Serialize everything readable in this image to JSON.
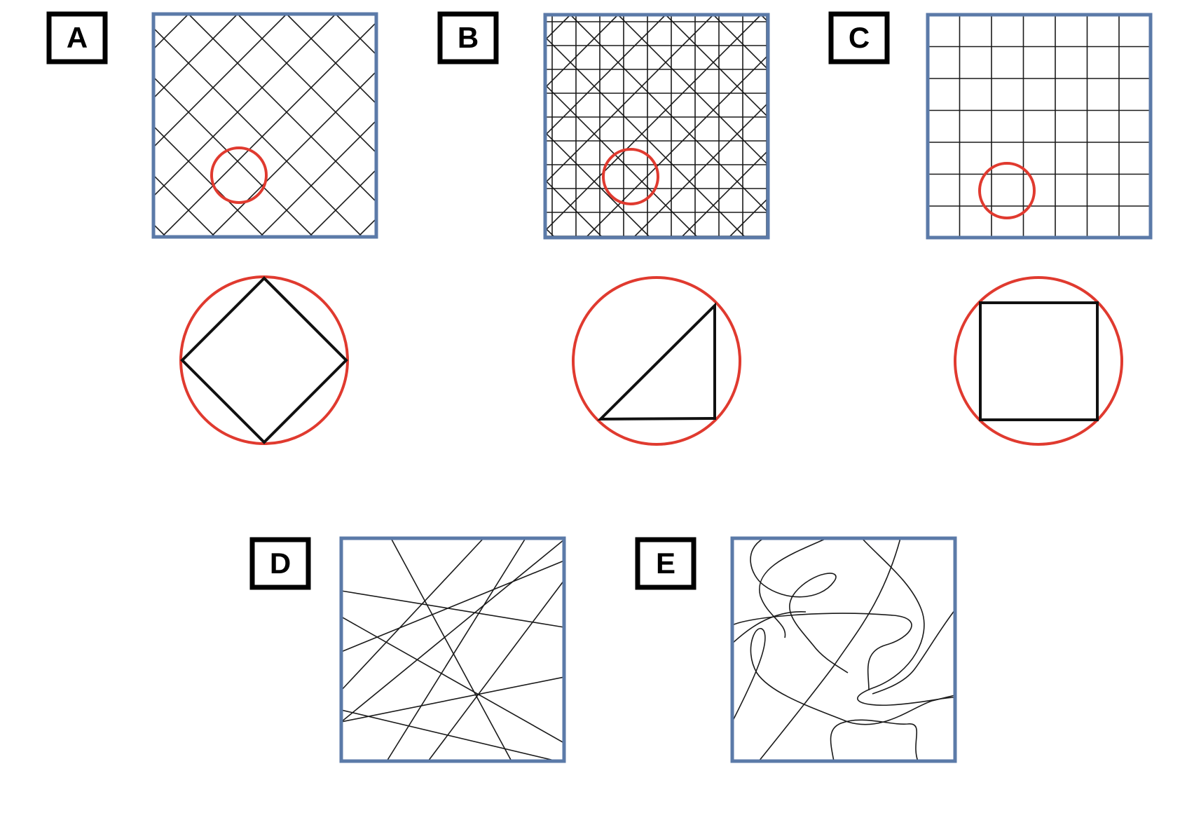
{
  "panels": [
    {
      "id": "A",
      "label": "A",
      "pattern": "diagonal-grid",
      "unit_cell": "diamond"
    },
    {
      "id": "B",
      "label": "B",
      "pattern": "orthogonal-plus-diagonal-grid",
      "unit_cell": "right-triangle"
    },
    {
      "id": "C",
      "label": "C",
      "pattern": "orthogonal-grid",
      "unit_cell": "square"
    },
    {
      "id": "D",
      "label": "D",
      "pattern": "random-straight-lines"
    },
    {
      "id": "E",
      "label": "E",
      "pattern": "random-curved-lines"
    }
  ],
  "colors": {
    "frame": "#5b7aa8",
    "highlight": "#e03a2f",
    "lines": "#1a1a1a",
    "label_border": "#000000"
  }
}
